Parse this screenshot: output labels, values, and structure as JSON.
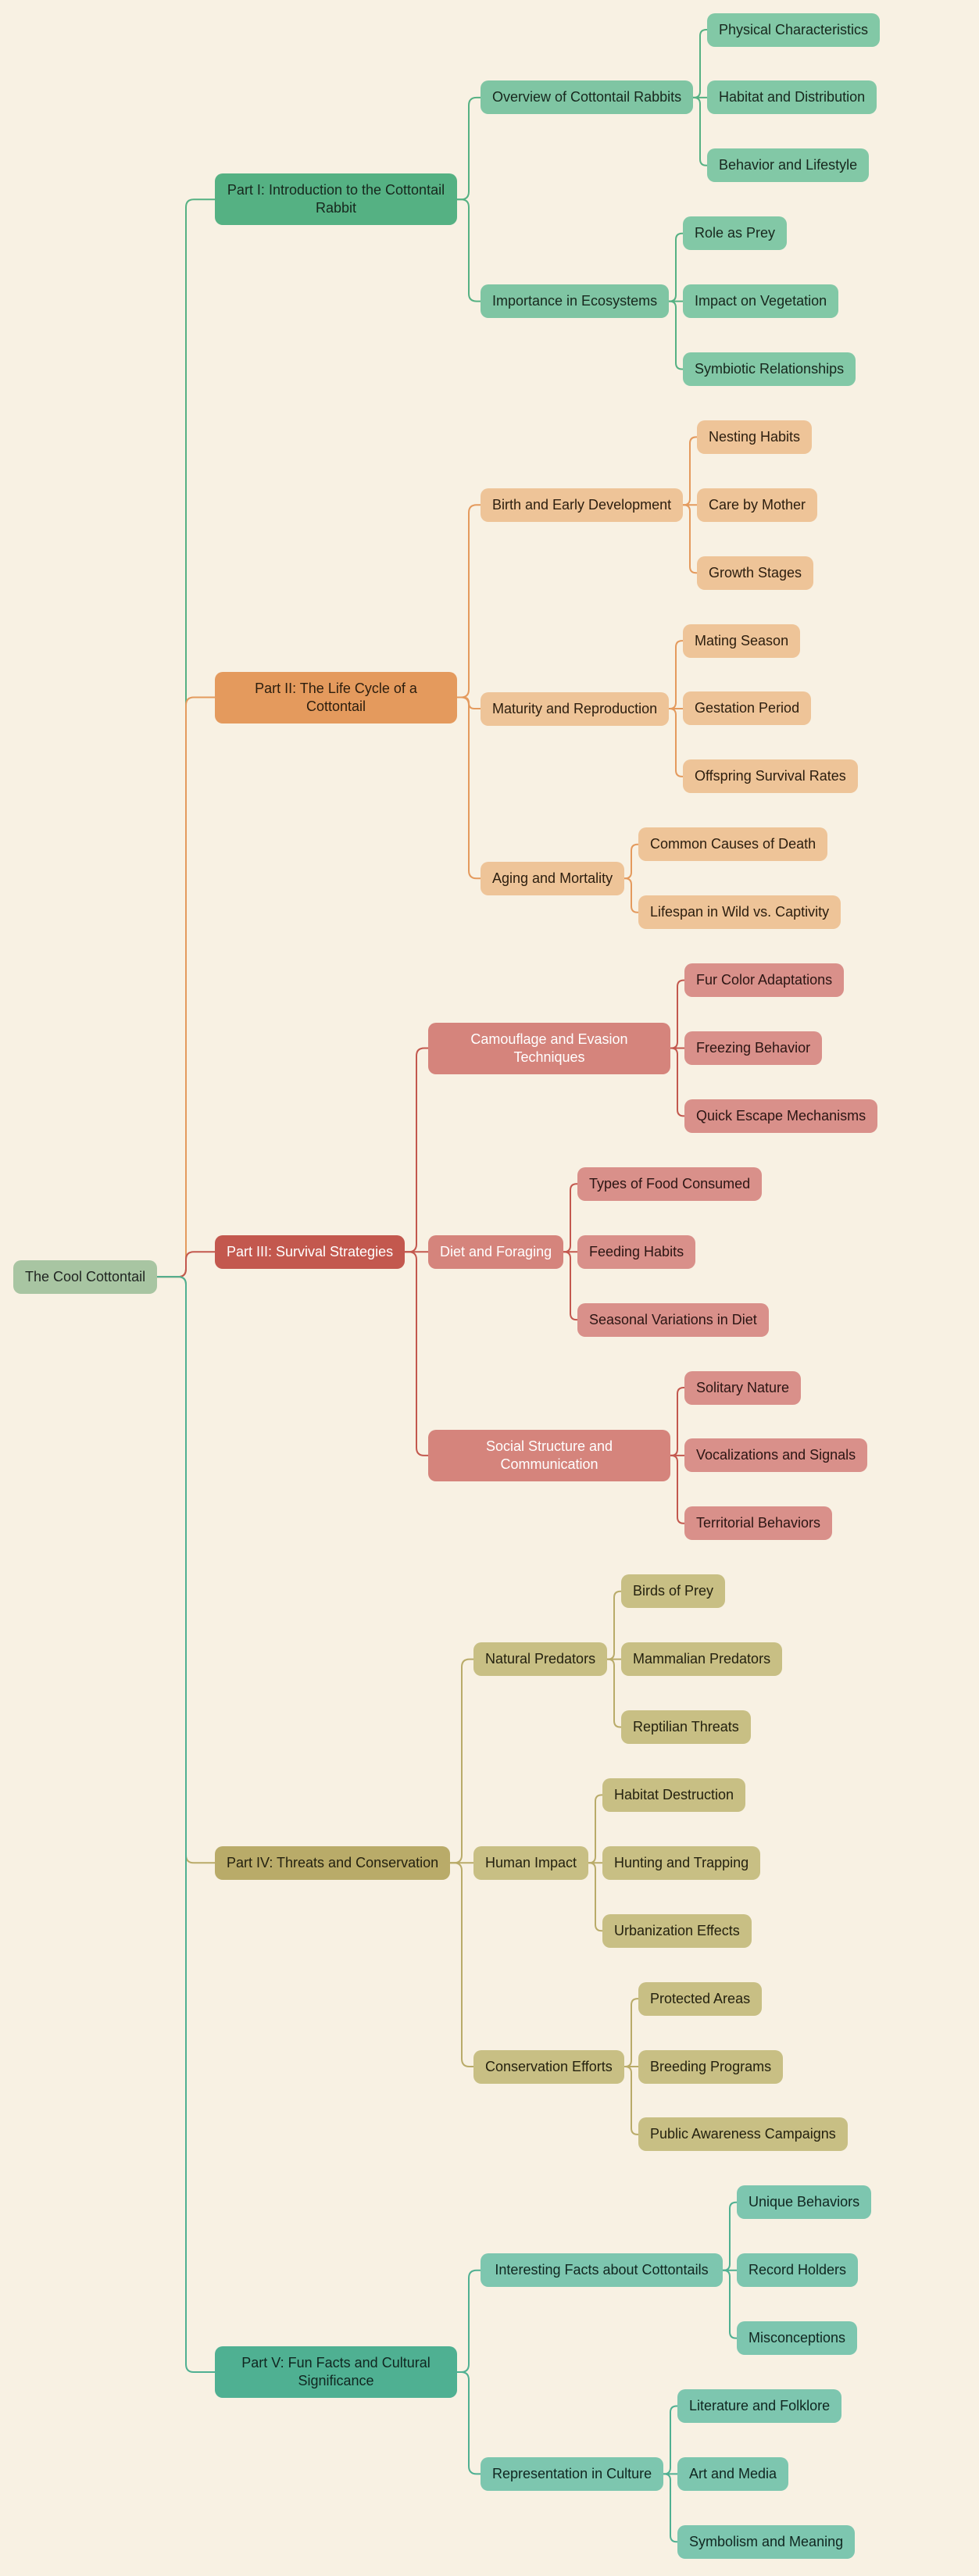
{
  "app": {
    "background": "#f8f1e3"
  },
  "root_style": {
    "fill": "#a8c5a2",
    "text": "#1f2421"
  },
  "root": {
    "label": "The Cool Cottontail",
    "children": [
      {
        "label": "Part I: Introduction to the Cottontail Rabbit",
        "wrap": true,
        "palette": {
          "main_fill": "#55b183",
          "main_text": "#17271d",
          "node_fill": "#7fc5a3",
          "node_text": "#17271d",
          "leaf_fill": "#82c8a6",
          "leaf_text": "#17271d",
          "line": "#55b183"
        },
        "children": [
          {
            "label": "Overview of Cottontail Rabbits",
            "children": [
              {
                "label": "Physical Characteristics"
              },
              {
                "label": "Habitat and Distribution"
              },
              {
                "label": "Behavior and Lifestyle"
              }
            ]
          },
          {
            "label": "Importance in Ecosystems",
            "children": [
              {
                "label": "Role as Prey"
              },
              {
                "label": "Impact on Vegetation"
              },
              {
                "label": "Symbiotic Relationships"
              }
            ]
          }
        ]
      },
      {
        "label": "Part II: The Life Cycle of a Cottontail",
        "wrap": true,
        "palette": {
          "main_fill": "#e49a5d",
          "main_text": "#2b1d0e",
          "node_fill": "#eec498",
          "node_text": "#2b1d0e",
          "leaf_fill": "#eec498",
          "leaf_text": "#2b1d0e",
          "line": "#e49a5d"
        },
        "children": [
          {
            "label": "Birth and Early Development",
            "children": [
              {
                "label": "Nesting Habits"
              },
              {
                "label": "Care by Mother"
              },
              {
                "label": "Growth Stages"
              }
            ]
          },
          {
            "label": "Maturity and Reproduction",
            "children": [
              {
                "label": "Mating Season"
              },
              {
                "label": "Gestation Period"
              },
              {
                "label": "Offspring Survival Rates"
              }
            ]
          },
          {
            "label": "Aging and Mortality",
            "children": [
              {
                "label": "Common Causes of Death"
              },
              {
                "label": "Lifespan in Wild vs. Captivity"
              }
            ]
          }
        ]
      },
      {
        "label": "Part III: Survival Strategies",
        "palette": {
          "main_fill": "#c3584e",
          "main_text": "#ffffff",
          "node_fill": "#d5847c",
          "node_text": "#ffffff",
          "leaf_fill": "#d9908a",
          "leaf_text": "#2b1513",
          "line": "#c3584e"
        },
        "children": [
          {
            "label": "Camouflage and Evasion Techniques",
            "wrap": true,
            "children": [
              {
                "label": "Fur Color Adaptations"
              },
              {
                "label": "Freezing Behavior"
              },
              {
                "label": "Quick Escape Mechanisms"
              }
            ]
          },
          {
            "label": "Diet and Foraging",
            "children": [
              {
                "label": "Types of Food Consumed"
              },
              {
                "label": "Feeding Habits"
              },
              {
                "label": "Seasonal Variations in Diet"
              }
            ]
          },
          {
            "label": "Social Structure and Communication",
            "wrap": true,
            "children": [
              {
                "label": "Solitary Nature"
              },
              {
                "label": "Vocalizations and Signals"
              },
              {
                "label": "Territorial Behaviors"
              }
            ]
          }
        ]
      },
      {
        "label": "Part IV: Threats and Conservation",
        "palette": {
          "main_fill": "#b9ab69",
          "main_text": "#24210f",
          "node_fill": "#c8bf84",
          "node_text": "#24210f",
          "leaf_fill": "#c8bf84",
          "leaf_text": "#24210f",
          "line": "#b9ab69"
        },
        "children": [
          {
            "label": "Natural Predators",
            "children": [
              {
                "label": "Birds of Prey"
              },
              {
                "label": "Mammalian Predators"
              },
              {
                "label": "Reptilian Threats"
              }
            ]
          },
          {
            "label": "Human Impact",
            "children": [
              {
                "label": "Habitat Destruction"
              },
              {
                "label": "Hunting and Trapping"
              },
              {
                "label": "Urbanization Effects"
              }
            ]
          },
          {
            "label": "Conservation Efforts",
            "children": [
              {
                "label": "Protected Areas"
              },
              {
                "label": "Breeding Programs"
              },
              {
                "label": "Public Awareness Campaigns"
              }
            ]
          }
        ]
      },
      {
        "label": "Part V: Fun Facts and Cultural Significance",
        "wrap": true,
        "palette": {
          "main_fill": "#4fb092",
          "main_text": "#102620",
          "node_fill": "#7dc6af",
          "node_text": "#102620",
          "leaf_fill": "#7dc6af",
          "leaf_text": "#102620",
          "line": "#4fb092"
        },
        "children": [
          {
            "label": "Interesting Facts about Cottontails",
            "wrap": true,
            "children": [
              {
                "label": "Unique Behaviors"
              },
              {
                "label": "Record Holders"
              },
              {
                "label": "Misconceptions"
              }
            ]
          },
          {
            "label": "Representation in Culture",
            "children": [
              {
                "label": "Literature and Folklore"
              },
              {
                "label": "Art and Media"
              },
              {
                "label": "Symbolism and Meaning"
              }
            ]
          }
        ]
      }
    ]
  }
}
